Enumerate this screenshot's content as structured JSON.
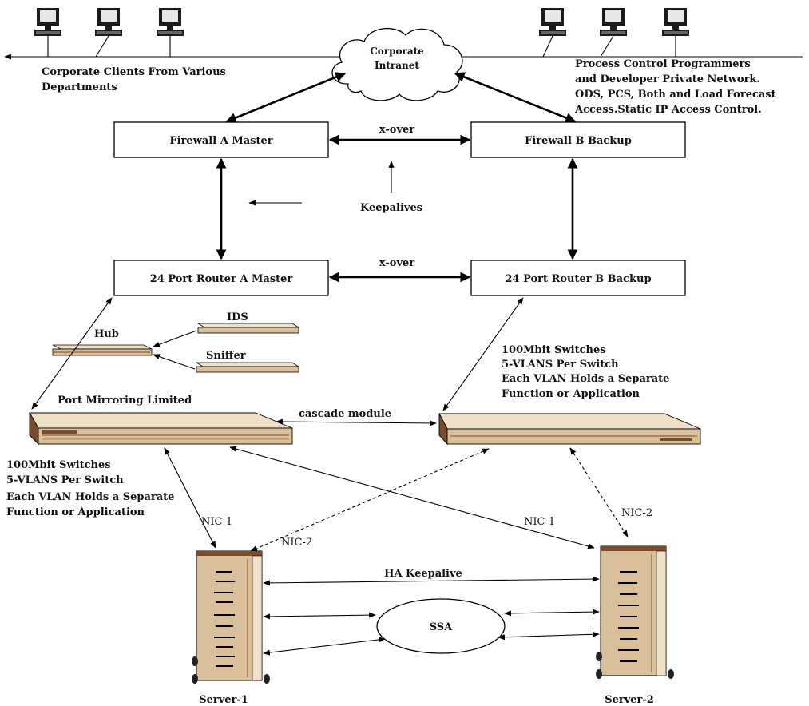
{
  "colors": {
    "device_body": "#d9bf9a",
    "device_dark": "#7a4b2e",
    "device_light": "#efe0c8",
    "stroke": "#000000",
    "background": "#ffffff"
  },
  "network": {
    "cloud_label_1": "Corporate",
    "cloud_label_2": "Intranet",
    "clients_label_1": "Corporate Clients From Various",
    "clients_label_2": "Departments",
    "pc_network_line_1": "Process Control Programmers",
    "pc_network_line_2": "and Developer Private Network.",
    "pc_network_line_3": "ODS, PCS, Both and Load Forecast",
    "pc_network_line_4": "Access.Static IP Access Control."
  },
  "firewalls": {
    "a_label": "Firewall A Master",
    "b_label": "Firewall B Backup",
    "xover_label": "x-over",
    "keepalives_label": "Keepalives"
  },
  "routers": {
    "a_label": "24 Port Router A Master",
    "b_label": "24 Port Router B Backup",
    "xover_label": "x-over"
  },
  "monitoring": {
    "hub_label": "Hub",
    "ids_label": "IDS",
    "sniffer_label": "Sniffer",
    "port_mirroring_label": "Port Mirroring Limited"
  },
  "switches": {
    "cascade_label": "cascade module",
    "left_note_1": "100Mbit Switches",
    "left_note_2": "5-VLANS Per Switch",
    "left_note_3": "Each VLAN Holds a Separate",
    "left_note_4": "Function or Application",
    "right_note_1": "100Mbit Switches",
    "right_note_2": "5-VLANS Per Switch",
    "right_note_3": "Each VLAN Holds a Separate",
    "right_note_4": "Function or Application"
  },
  "servers": {
    "server1_label": "Server-1",
    "server2_label": "Server-2",
    "nic1_left": "NIC-1",
    "nic2_left": "NIC-2",
    "nic1_right": "NIC-1",
    "nic2_right": "NIC-2",
    "ha_keepalive_label": "HA Keepalive",
    "ssa_label": "SSA"
  },
  "icons": [
    "desktop-computer-icon",
    "cloud-icon",
    "hub-device-icon",
    "switch-device-icon",
    "server-tower-icon"
  ]
}
